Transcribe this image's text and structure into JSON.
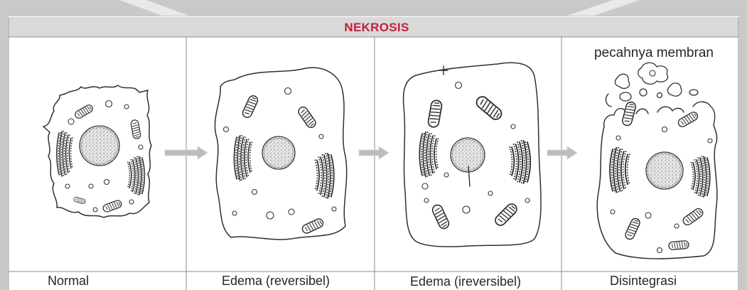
{
  "title": "NEKROSIS",
  "annotation": "pecahnya membran",
  "stages": [
    {
      "label": "Normal"
    },
    {
      "label": "Edema (reversibel)"
    },
    {
      "label": "Edema (ireversibel)"
    },
    {
      "label": "Disintegrasi"
    }
  ],
  "colors": {
    "title": "#c41e3a",
    "line": "#2f2f2f",
    "arrow": "#bcbcbc",
    "header": "#d9d9d9",
    "background": "#c9c9c9",
    "panel": "#ffffff"
  }
}
